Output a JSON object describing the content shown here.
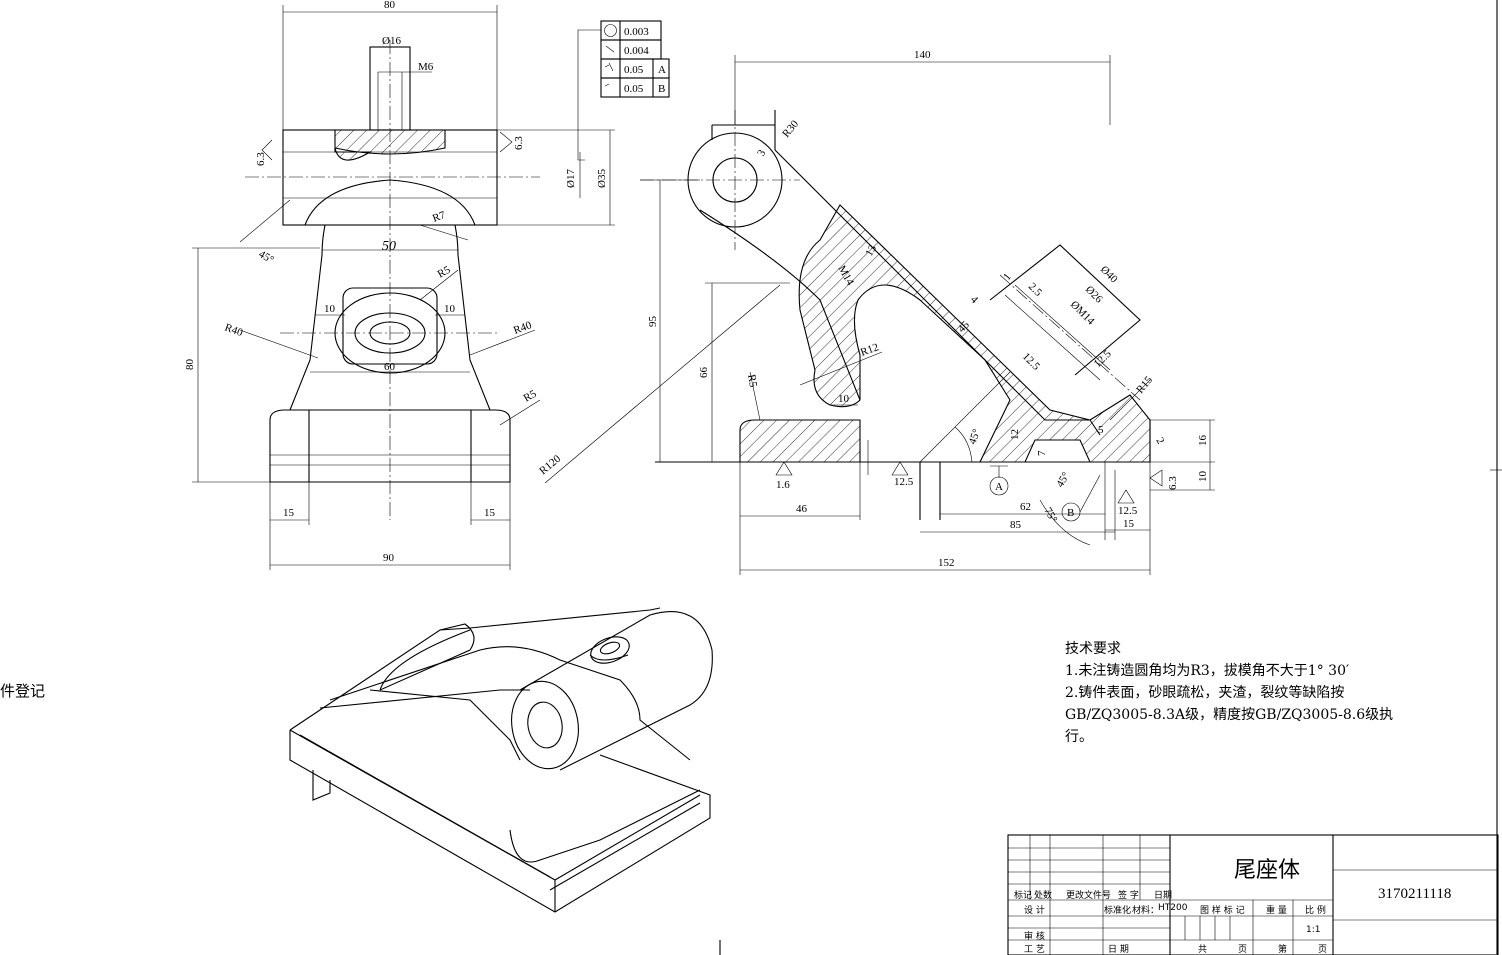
{
  "title_block": {
    "part_name": "尾座体",
    "drawing_no": "3170211118",
    "material": "HT200",
    "scale": "1:1",
    "row_labels": [
      "标记",
      "处数",
      "更改文件号",
      "签 字",
      "日期"
    ],
    "designer": "设 计",
    "standardization": "标准化",
    "material_label": "材料：",
    "reviewer": "审 核",
    "process": "工 艺",
    "date": "日 期",
    "drawing_mark": "图 样 标 记",
    "weight": "重 量",
    "ratio": "比 例",
    "total": "共",
    "sheet_unit": "页",
    "sheet": "第",
    "sheet_unit2": "页"
  },
  "tech_requirements": {
    "heading": "技术要求",
    "line1": "1.未注铸造圆角均为R3，拔模角不大于1° 30′",
    "line2": "2.铸件表面，砂眼疏松，夹渣，裂纹等缺陷按",
    "line3": "GB/ZQ3005-8.3A级，精度按GB/ZQ3005-8.6级执",
    "line4": "行。"
  },
  "side_label": "件登记",
  "tolerances": {
    "roundness": "0.003",
    "cylindricity": "0.004",
    "parallel_a": "0.05",
    "datum_a": "A",
    "parallel_b": "0.05",
    "datum_b": "B"
  },
  "front_dims": {
    "width_top": "80",
    "dia16": "Ø16",
    "m6": "M6",
    "dia17": "Ø17",
    "dia35": "Ø35",
    "r7": "R7",
    "d50": "50",
    "r5a": "R5",
    "d10a": "10",
    "d10b": "10",
    "r40a": "R40",
    "r40b": "R40",
    "d60": "60",
    "r5b": "R5",
    "h80": "80",
    "d15a": "15",
    "d15b": "15",
    "d90": "90",
    "rough63a": "6.3",
    "rough63b": "6.3",
    "chamfer45": "45°",
    "r120": "R120"
  },
  "side_dims": {
    "d140": "140",
    "r30": "R30",
    "d3": "3",
    "d95": "95",
    "d66": "66",
    "r5": "R5",
    "r12": "R12",
    "d10": "10",
    "ang45a": "45°",
    "dia40": "Ø40",
    "dia26": "Ø26",
    "dia14": "ØM14",
    "r15": "R15",
    "d16": "16",
    "d10b": "10",
    "rough16": "1.6",
    "rough125a": "12.5",
    "rough125b": "12.5",
    "rough125c": "12.5",
    "rough125d": "12.5",
    "rough63": "6.3",
    "datum_a": "A",
    "datum_b": "B",
    "d46": "46",
    "d62": "62",
    "d85": "85",
    "d15": "15",
    "d152": "152",
    "ang45b": "45°",
    "ang75": "75°",
    "d7": "7",
    "d5": "5",
    "d2": "2",
    "d1": "1",
    "d12": "12",
    "d13": "13",
    "dm14b": "M14",
    "d4": "4",
    "d25": "2.5",
    "d45c": "45"
  }
}
